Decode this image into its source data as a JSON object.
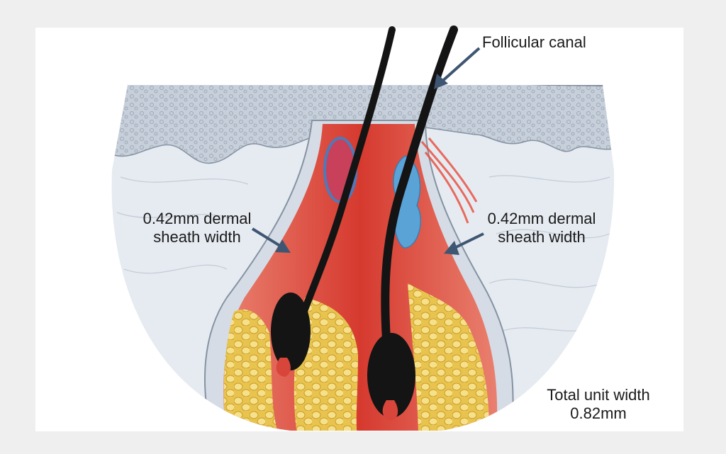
{
  "labels": {
    "follicular_canal": "Follicular canal",
    "left_sheath": {
      "line1": "0.42mm dermal",
      "line2": "sheath width"
    },
    "right_sheath": {
      "line1": "0.42mm dermal",
      "line2": "sheath width"
    },
    "total_unit": {
      "line1": "Total unit width",
      "line2": "0.82mm"
    }
  },
  "colors": {
    "background": "#efefef",
    "epidermis": "#c9d3df",
    "dermis": "#e6ebf1",
    "sheath_red": "#d8453a",
    "fat_yellow": "#f1d36a",
    "hair": "#141414",
    "gland_blue": "#5aa3d6",
    "arrow": "#3f5673"
  }
}
